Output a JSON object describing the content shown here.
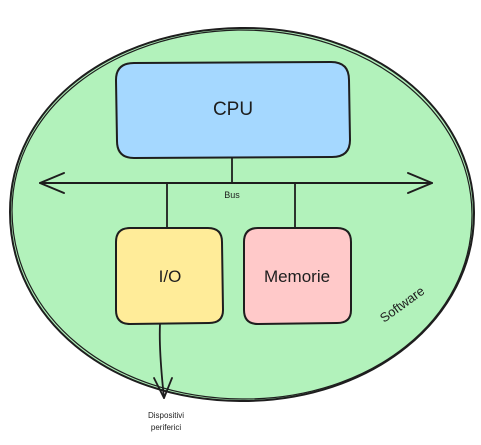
{
  "diagram": {
    "container_label": "Software",
    "bus_label": "Bus",
    "nodes": {
      "cpu": {
        "label": "CPU",
        "fill": "#a5d8ff"
      },
      "io": {
        "label": "I/O",
        "fill": "#ffec99"
      },
      "memory": {
        "label": "Memorie",
        "fill": "#ffc9c9"
      }
    },
    "peripherals_label_line1": "Dispositivi",
    "peripherals_label_line2": "periferici",
    "colors": {
      "container_fill": "#b2f2bb",
      "stroke": "#1e1e1e"
    }
  }
}
